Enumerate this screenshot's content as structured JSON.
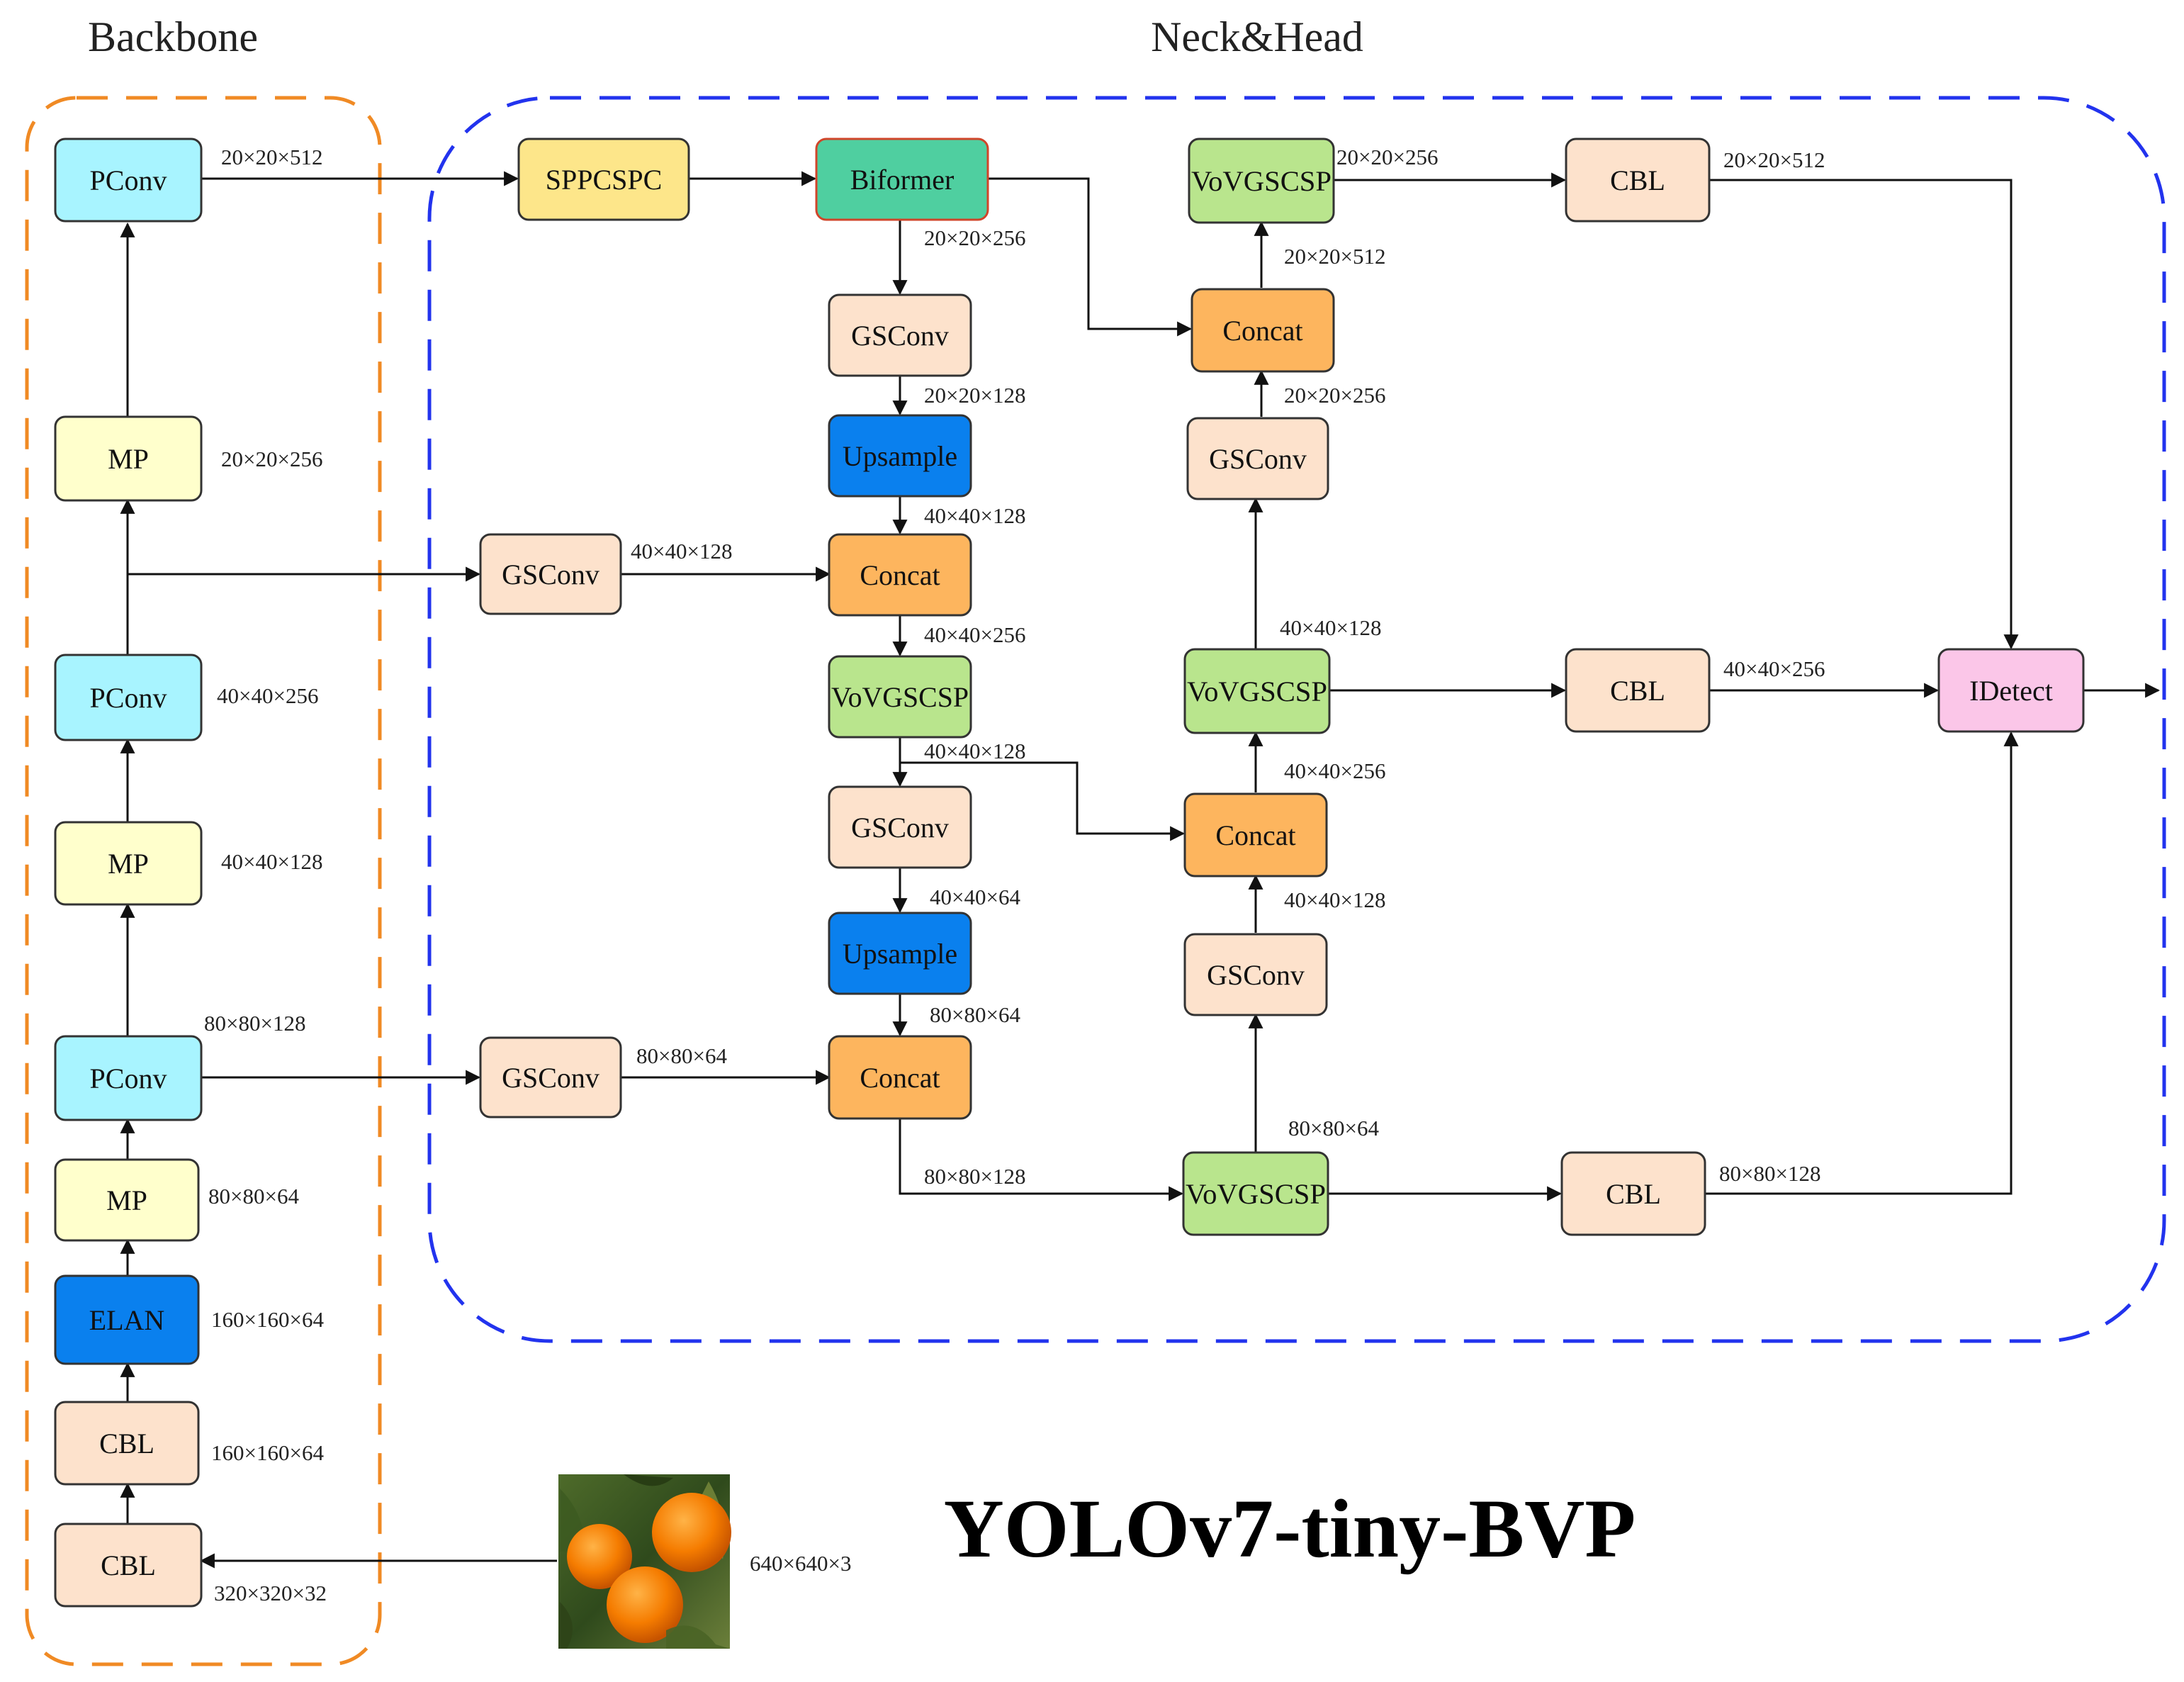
{
  "sections": {
    "backbone": "Backbone",
    "neck_head": "Neck&Head"
  },
  "title": "YOLOv7-tiny-BVP",
  "input_image": {
    "label": "640×640×3",
    "subject": "oranges on tree"
  },
  "colors": {
    "backbone_border": "#F08A24",
    "neckhead_border": "#2233EE",
    "pconv": "#A8F4FF",
    "mp": "#FFFFCC",
    "elan": "#0A80EE",
    "cbl": "#FDE2CC",
    "gsconv": "#FDE2CC",
    "sppcspc": "#FDE68A",
    "biformer": "#4FCFA0",
    "upsample": "#0A80EE",
    "concat": "#FDB55E",
    "vovgscsp": "#B9E58D",
    "idetect": "#FBC6E8"
  },
  "nodes": [
    {
      "id": "b_pconv1",
      "label": "PConv",
      "kind": "pconv"
    },
    {
      "id": "b_mp1",
      "label": "MP",
      "kind": "mp"
    },
    {
      "id": "b_pconv2",
      "label": "PConv",
      "kind": "pconv"
    },
    {
      "id": "b_mp2",
      "label": "MP",
      "kind": "mp"
    },
    {
      "id": "b_pconv3",
      "label": "PConv",
      "kind": "pconv"
    },
    {
      "id": "b_mp3",
      "label": "MP",
      "kind": "mp"
    },
    {
      "id": "b_elan",
      "label": "ELAN",
      "kind": "elan"
    },
    {
      "id": "b_cbl1",
      "label": "CBL",
      "kind": "cbl"
    },
    {
      "id": "b_cbl2",
      "label": "CBL",
      "kind": "cbl"
    },
    {
      "id": "sppcspc",
      "label": "SPPCSPC",
      "kind": "sppcspc"
    },
    {
      "id": "biformer",
      "label": "Biformer",
      "kind": "biformer"
    },
    {
      "id": "n_gsconv_a",
      "label": "GSConv",
      "kind": "gsconv"
    },
    {
      "id": "n_gsconv_b",
      "label": "GSConv",
      "kind": "gsconv"
    },
    {
      "id": "c_gsconv1",
      "label": "GSConv",
      "kind": "gsconv"
    },
    {
      "id": "c_upsample1",
      "label": "Upsample",
      "kind": "upsample"
    },
    {
      "id": "c_concat1",
      "label": "Concat",
      "kind": "concat"
    },
    {
      "id": "c_vov1",
      "label": "VoVGSCSP",
      "kind": "vovgscsp"
    },
    {
      "id": "c_gsconv2",
      "label": "GSConv",
      "kind": "gsconv"
    },
    {
      "id": "c_upsample2",
      "label": "Upsample",
      "kind": "upsample"
    },
    {
      "id": "c_concat2",
      "label": "Concat",
      "kind": "concat"
    },
    {
      "id": "r_vov_top",
      "label": "VoVGSCSP",
      "kind": "vovgscsp"
    },
    {
      "id": "r_concat_top",
      "label": "Concat",
      "kind": "concat"
    },
    {
      "id": "r_gsconv_top",
      "label": "GSConv",
      "kind": "gsconv"
    },
    {
      "id": "r_vov_mid",
      "label": "VoVGSCSP",
      "kind": "vovgscsp"
    },
    {
      "id": "r_concat_mid",
      "label": "Concat",
      "kind": "concat"
    },
    {
      "id": "r_gsconv_mid",
      "label": "GSConv",
      "kind": "gsconv"
    },
    {
      "id": "r_vov_bot",
      "label": "VoVGSCSP",
      "kind": "vovgscsp"
    },
    {
      "id": "cbl_top",
      "label": "CBL",
      "kind": "cbl"
    },
    {
      "id": "cbl_mid",
      "label": "CBL",
      "kind": "cbl"
    },
    {
      "id": "cbl_bot",
      "label": "CBL",
      "kind": "cbl"
    },
    {
      "id": "idetect",
      "label": "IDetect",
      "kind": "idetect"
    }
  ],
  "dims": [
    {
      "id": "d1",
      "text": "20×20×512"
    },
    {
      "id": "d2",
      "text": "20×20×256"
    },
    {
      "id": "d3",
      "text": "40×40×256"
    },
    {
      "id": "d4",
      "text": "40×40×128"
    },
    {
      "id": "d5",
      "text": "80×80×128"
    },
    {
      "id": "d6",
      "text": "80×80×64"
    },
    {
      "id": "d7",
      "text": "160×160×64"
    },
    {
      "id": "d8",
      "text": "160×160×64"
    },
    {
      "id": "d9",
      "text": "320×320×32"
    },
    {
      "id": "d10",
      "text": "640×640×3"
    },
    {
      "id": "d11",
      "text": "40×40×128"
    },
    {
      "id": "d12",
      "text": "80×80×64"
    },
    {
      "id": "d13",
      "text": "20×20×256"
    },
    {
      "id": "d14",
      "text": "20×20×128"
    },
    {
      "id": "d15",
      "text": "40×40×128"
    },
    {
      "id": "d16",
      "text": "40×40×256"
    },
    {
      "id": "d17",
      "text": "40×40×128"
    },
    {
      "id": "d18",
      "text": "40×40×64"
    },
    {
      "id": "d19",
      "text": "80×80×64"
    },
    {
      "id": "d20",
      "text": "80×80×128"
    },
    {
      "id": "d21",
      "text": "20×20×256"
    },
    {
      "id": "d22",
      "text": "20×20×512"
    },
    {
      "id": "d23",
      "text": "20×20×256"
    },
    {
      "id": "d24",
      "text": "40×40×128"
    },
    {
      "id": "d25",
      "text": "40×40×256"
    },
    {
      "id": "d26",
      "text": "40×40×128"
    },
    {
      "id": "d27",
      "text": "80×80×64"
    },
    {
      "id": "d28",
      "text": "20×20×512"
    },
    {
      "id": "d29",
      "text": "40×40×256"
    },
    {
      "id": "d30",
      "text": "80×80×128"
    }
  ]
}
